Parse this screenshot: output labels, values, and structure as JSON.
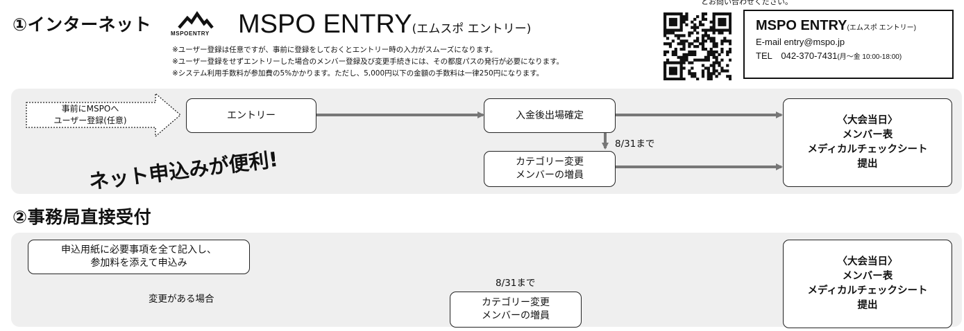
{
  "header": {
    "top_cut_text": "とお問い合わせください。",
    "section1_title": "①インターネット",
    "logo_text": "MSPOENTRY",
    "brand_name": "MSPO ENTRY",
    "brand_sub": "(エムスポ エントリー)",
    "notes": [
      "※ユーザー登録は任意ですが、事前に登録をしておくとエントリー時の入力がスムーズになります。",
      "※ユーザー登録をせずエントリーした場合のメンバー登録及び変更手続きには、その都度パスの発行が必要になります。",
      "※システム利用手数料が参加費の5%かかります。ただし、5,000円以下の金額の手数料は一律250円になります。"
    ]
  },
  "contact": {
    "name": "MSPO ENTRY",
    "name_sub": "(エムスポ エントリー)",
    "email_line": "E-mail entry@mspo.jp",
    "tel_line": "TEL　042-370-7431",
    "tel_hours": "(月〜金 10:00-18:00)"
  },
  "flow1": {
    "pre_register": [
      "事前にMSPOへ",
      "ユーザー登録(任意)"
    ],
    "entry": "エントリー",
    "confirm": "入金後出場確定",
    "deadline": "8/31まで",
    "change": [
      "カテゴリー変更",
      "メンバーの増員"
    ],
    "final": [
      "〈大会当日〉",
      "メンバー表",
      "メディカルチェックシート",
      "提出"
    ],
    "promo": "ネット申込みが便利!"
  },
  "section2_title": "②事務局直接受付",
  "flow2": {
    "apply": [
      "申込用紙に必要事項を全て記入し、",
      "参加料を添えて申込み"
    ],
    "change_label": "変更がある場合",
    "deadline": "8/31まで",
    "change": [
      "カテゴリー変更",
      "メンバーの増員"
    ],
    "final": [
      "〈大会当日〉",
      "メンバー表",
      "メディカルチェックシート",
      "提出"
    ]
  }
}
